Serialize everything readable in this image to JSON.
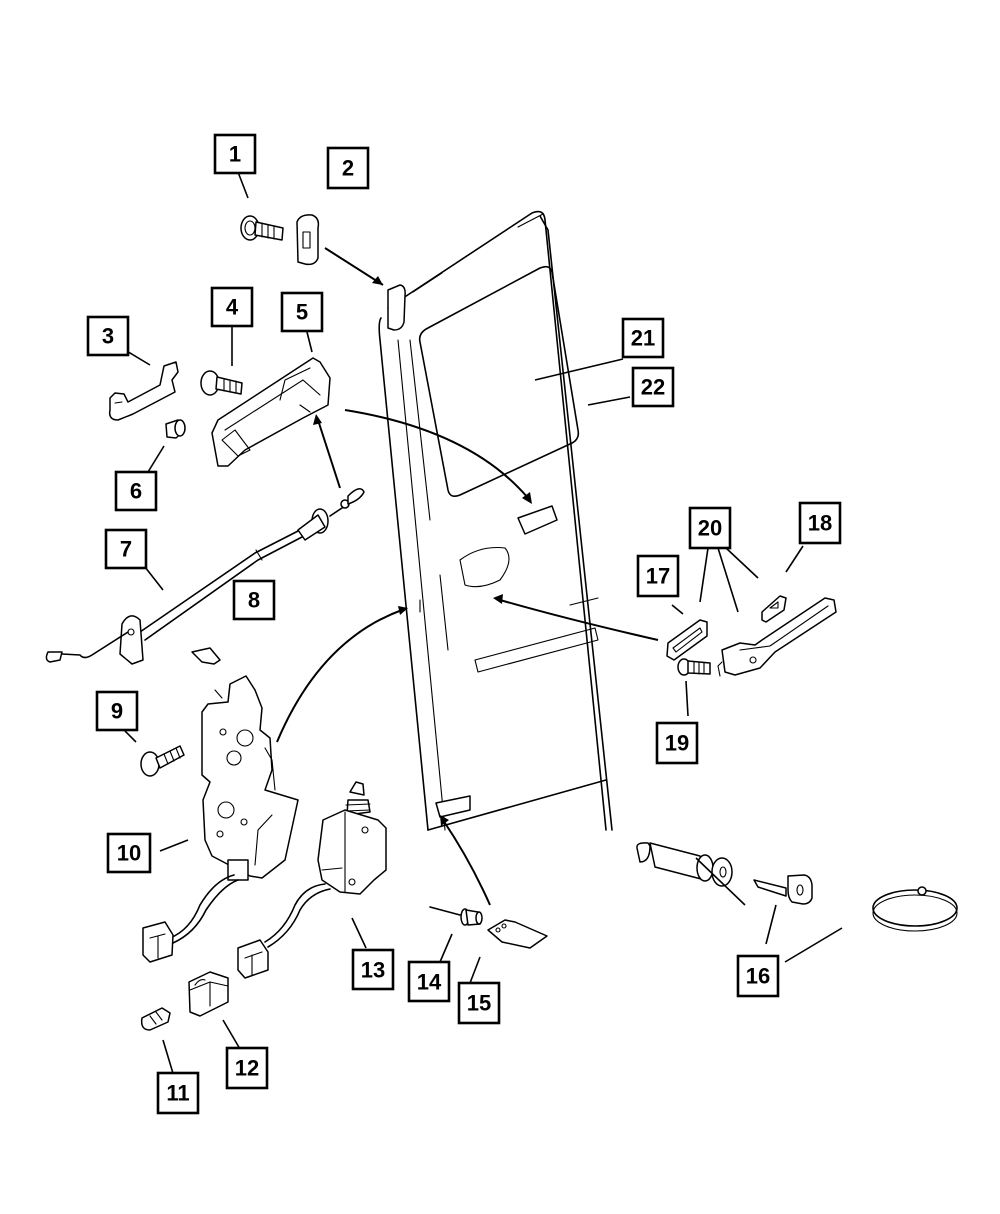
{
  "diagram": {
    "type": "exploded-parts-diagram",
    "subject": "Rear cargo door with lock, handles, latch and actuators",
    "callouts": [
      {
        "id": "1",
        "label": "1",
        "part": "screw (striker)"
      },
      {
        "id": "2",
        "label": "2",
        "part": "striker"
      },
      {
        "id": "3",
        "label": "3",
        "part": "inside handle bracket"
      },
      {
        "id": "4",
        "label": "4",
        "part": "screw"
      },
      {
        "id": "5",
        "label": "5",
        "part": "inside handle"
      },
      {
        "id": "6",
        "label": "6",
        "part": "nut / clip"
      },
      {
        "id": "7",
        "label": "7",
        "part": "control cable"
      },
      {
        "id": "8",
        "label": "8",
        "part": "cable"
      },
      {
        "id": "9",
        "label": "9",
        "part": "screw"
      },
      {
        "id": "10",
        "label": "10",
        "part": "latch"
      },
      {
        "id": "11",
        "label": "11",
        "part": "terminal"
      },
      {
        "id": "12",
        "label": "12",
        "part": "connector"
      },
      {
        "id": "13",
        "label": "13",
        "part": "lock actuator"
      },
      {
        "id": "14",
        "label": "14",
        "part": "pin / bumper"
      },
      {
        "id": "15",
        "label": "15",
        "part": "striker plate"
      },
      {
        "id": "16",
        "label": "16",
        "part": "lock cylinder, key and retaining clip"
      },
      {
        "id": "17",
        "label": "17",
        "part": "gasket"
      },
      {
        "id": "18",
        "label": "18",
        "part": "cap"
      },
      {
        "id": "19",
        "label": "19",
        "part": "screw"
      },
      {
        "id": "20",
        "label": "20",
        "part": "outside handle assembly"
      },
      {
        "id": "21",
        "label": "21",
        "part": "glass"
      },
      {
        "id": "22",
        "label": "22",
        "part": "door"
      }
    ]
  }
}
